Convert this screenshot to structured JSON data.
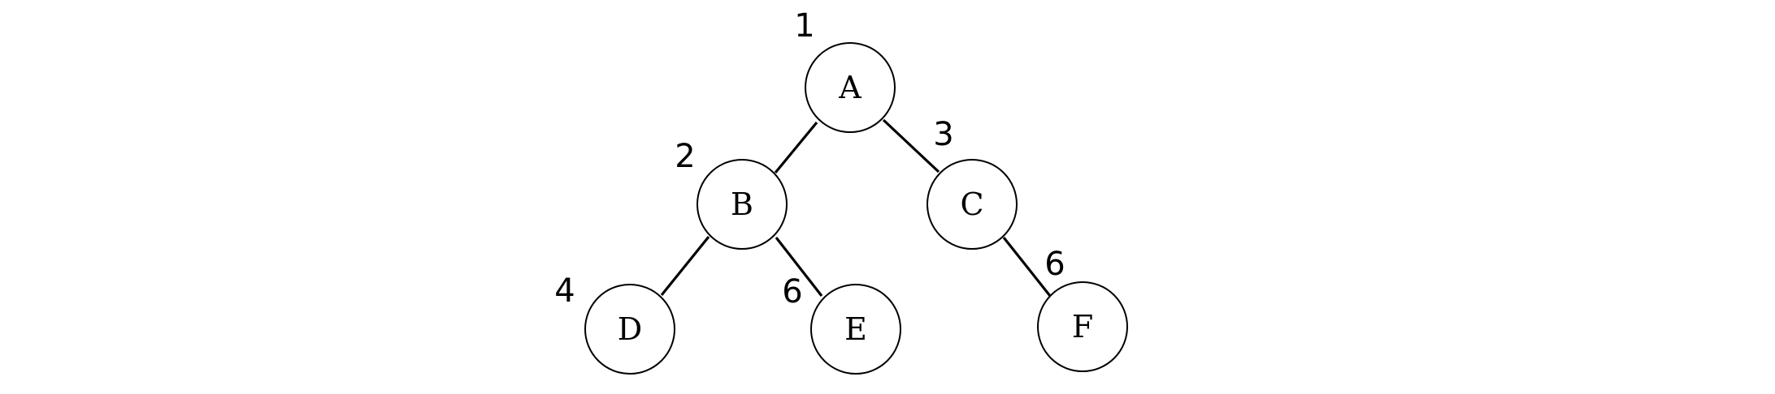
{
  "tree": {
    "nodes": [
      {
        "id": "A",
        "label": "A",
        "index": "1"
      },
      {
        "id": "B",
        "label": "B",
        "index": "2"
      },
      {
        "id": "C",
        "label": "C",
        "index": "3"
      },
      {
        "id": "D",
        "label": "D",
        "index": "4"
      },
      {
        "id": "E",
        "label": "E",
        "index": "6"
      },
      {
        "id": "F",
        "label": "F",
        "index": "6"
      }
    ],
    "edges": [
      {
        "from": "A",
        "to": "B"
      },
      {
        "from": "A",
        "to": "C"
      },
      {
        "from": "B",
        "to": "D"
      },
      {
        "from": "B",
        "to": "E"
      },
      {
        "from": "C",
        "to": "F"
      }
    ]
  }
}
